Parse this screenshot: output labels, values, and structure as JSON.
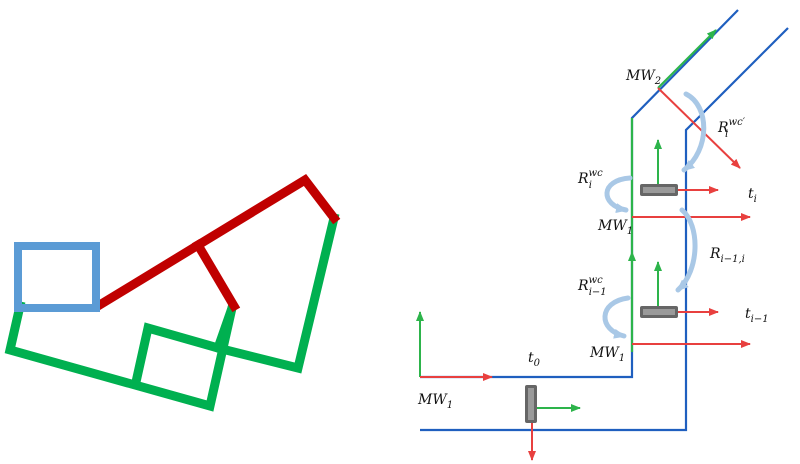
{
  "colors": {
    "red": "#c00000",
    "green": "#00b050",
    "blue_square": "#5b9bd5",
    "blue_line": "#1f5fbf",
    "arrow_red": "#e8403f",
    "arrow_green": "#2db44b",
    "curved_arrow": "#a9c8e6",
    "wheel": "#666666"
  },
  "labels": {
    "mw2": {
      "base": "MW",
      "sub": "2"
    },
    "mw1_top": {
      "base": "MW",
      "sub": "1"
    },
    "mw1_mid": {
      "base": "MW",
      "sub": "1"
    },
    "mw1_bottom": {
      "base": "MW",
      "sub": "1"
    },
    "t0": {
      "base": "t",
      "sub": "0"
    },
    "ti": {
      "base": "t",
      "sub": "i"
    },
    "ti_minus_1": {
      "base": "t",
      "sub": "i−1"
    },
    "r_i_wc": {
      "base": "R",
      "sub": "i",
      "sup": "wc"
    },
    "r_i_wc_prime": {
      "base": "R",
      "sub": "i",
      "sup": "wc′"
    },
    "r_im1_wc": {
      "base": "R",
      "sub": "i−1",
      "sup": "wc"
    },
    "r_im1_i": {
      "base": "R",
      "sub": "i−1,i"
    }
  }
}
